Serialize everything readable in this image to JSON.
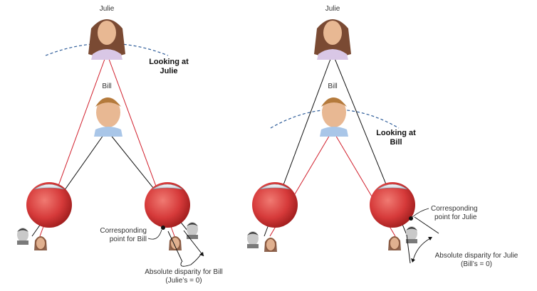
{
  "colors": {
    "red_ray": "#d11f2c",
    "black_ray": "#111111",
    "horopter": "#2f5d9a",
    "eyeball": "#d63a3a",
    "skin": "#e8b893",
    "julie_hair": "#7a4a33",
    "bill_hair": "#b47a3c",
    "shirt": "#a9c6e8",
    "julie_top": "#d9c7e6"
  },
  "left_panel": {
    "julie_name": "Julie",
    "bill_name": "Bill",
    "looking_line1": "Looking at",
    "looking_line2": "Julie",
    "corr_line1": "Corresponding",
    "corr_line2": "point for Bill",
    "disp_line1": "Absolute disparity for Bill",
    "disp_line2": "(Julie’s = 0)"
  },
  "right_panel": {
    "julie_name": "Julie",
    "bill_name": "Bill",
    "looking_line1": "Looking at",
    "looking_line2": "Bill",
    "corr_line1": "Corresponding",
    "corr_line2": "point for Julie",
    "disp_line1": "Absolute disparity for Julie",
    "disp_line2": "(Bill’s = 0)"
  }
}
